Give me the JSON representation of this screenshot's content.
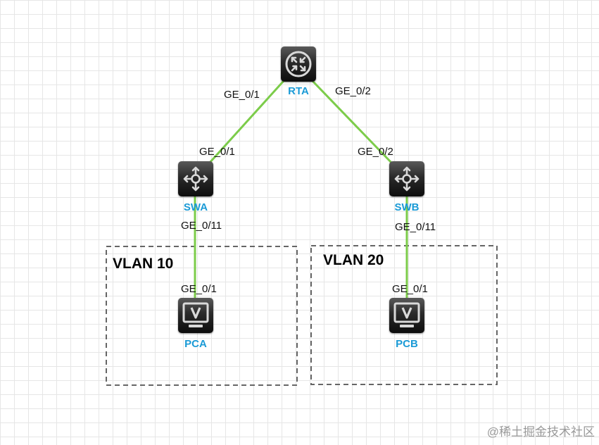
{
  "colors": {
    "link": "#7ccc4a",
    "node_label": "#1a9ad6",
    "vlan_border": "#666666",
    "device": "#1a1a1a",
    "grid": "#e6e6e6"
  },
  "nodes": {
    "rta": {
      "label": "RTA",
      "icon": "router-icon"
    },
    "swa": {
      "label": "SWA",
      "icon": "switch-icon"
    },
    "swb": {
      "label": "SWB",
      "icon": "switch-icon"
    },
    "pca": {
      "label": "PCA",
      "icon": "monitor-icon"
    },
    "pcb": {
      "label": "PCB",
      "icon": "monitor-icon"
    }
  },
  "links": [
    {
      "from": "RTA",
      "to": "SWA",
      "from_port": "GE_0/1",
      "to_port": "GE_0/1"
    },
    {
      "from": "RTA",
      "to": "SWB",
      "from_port": "GE_0/2",
      "to_port": "GE_0/2"
    },
    {
      "from": "SWA",
      "to": "PCA",
      "from_port": "GE_0/11",
      "to_port": "GE_0/1"
    },
    {
      "from": "SWB",
      "to": "PCB",
      "from_port": "GE_0/11",
      "to_port": "GE_0/1"
    }
  ],
  "vlans": [
    {
      "label": "VLAN 10"
    },
    {
      "label": "VLAN 20"
    }
  ],
  "watermark": "@稀土掘金技术社区"
}
